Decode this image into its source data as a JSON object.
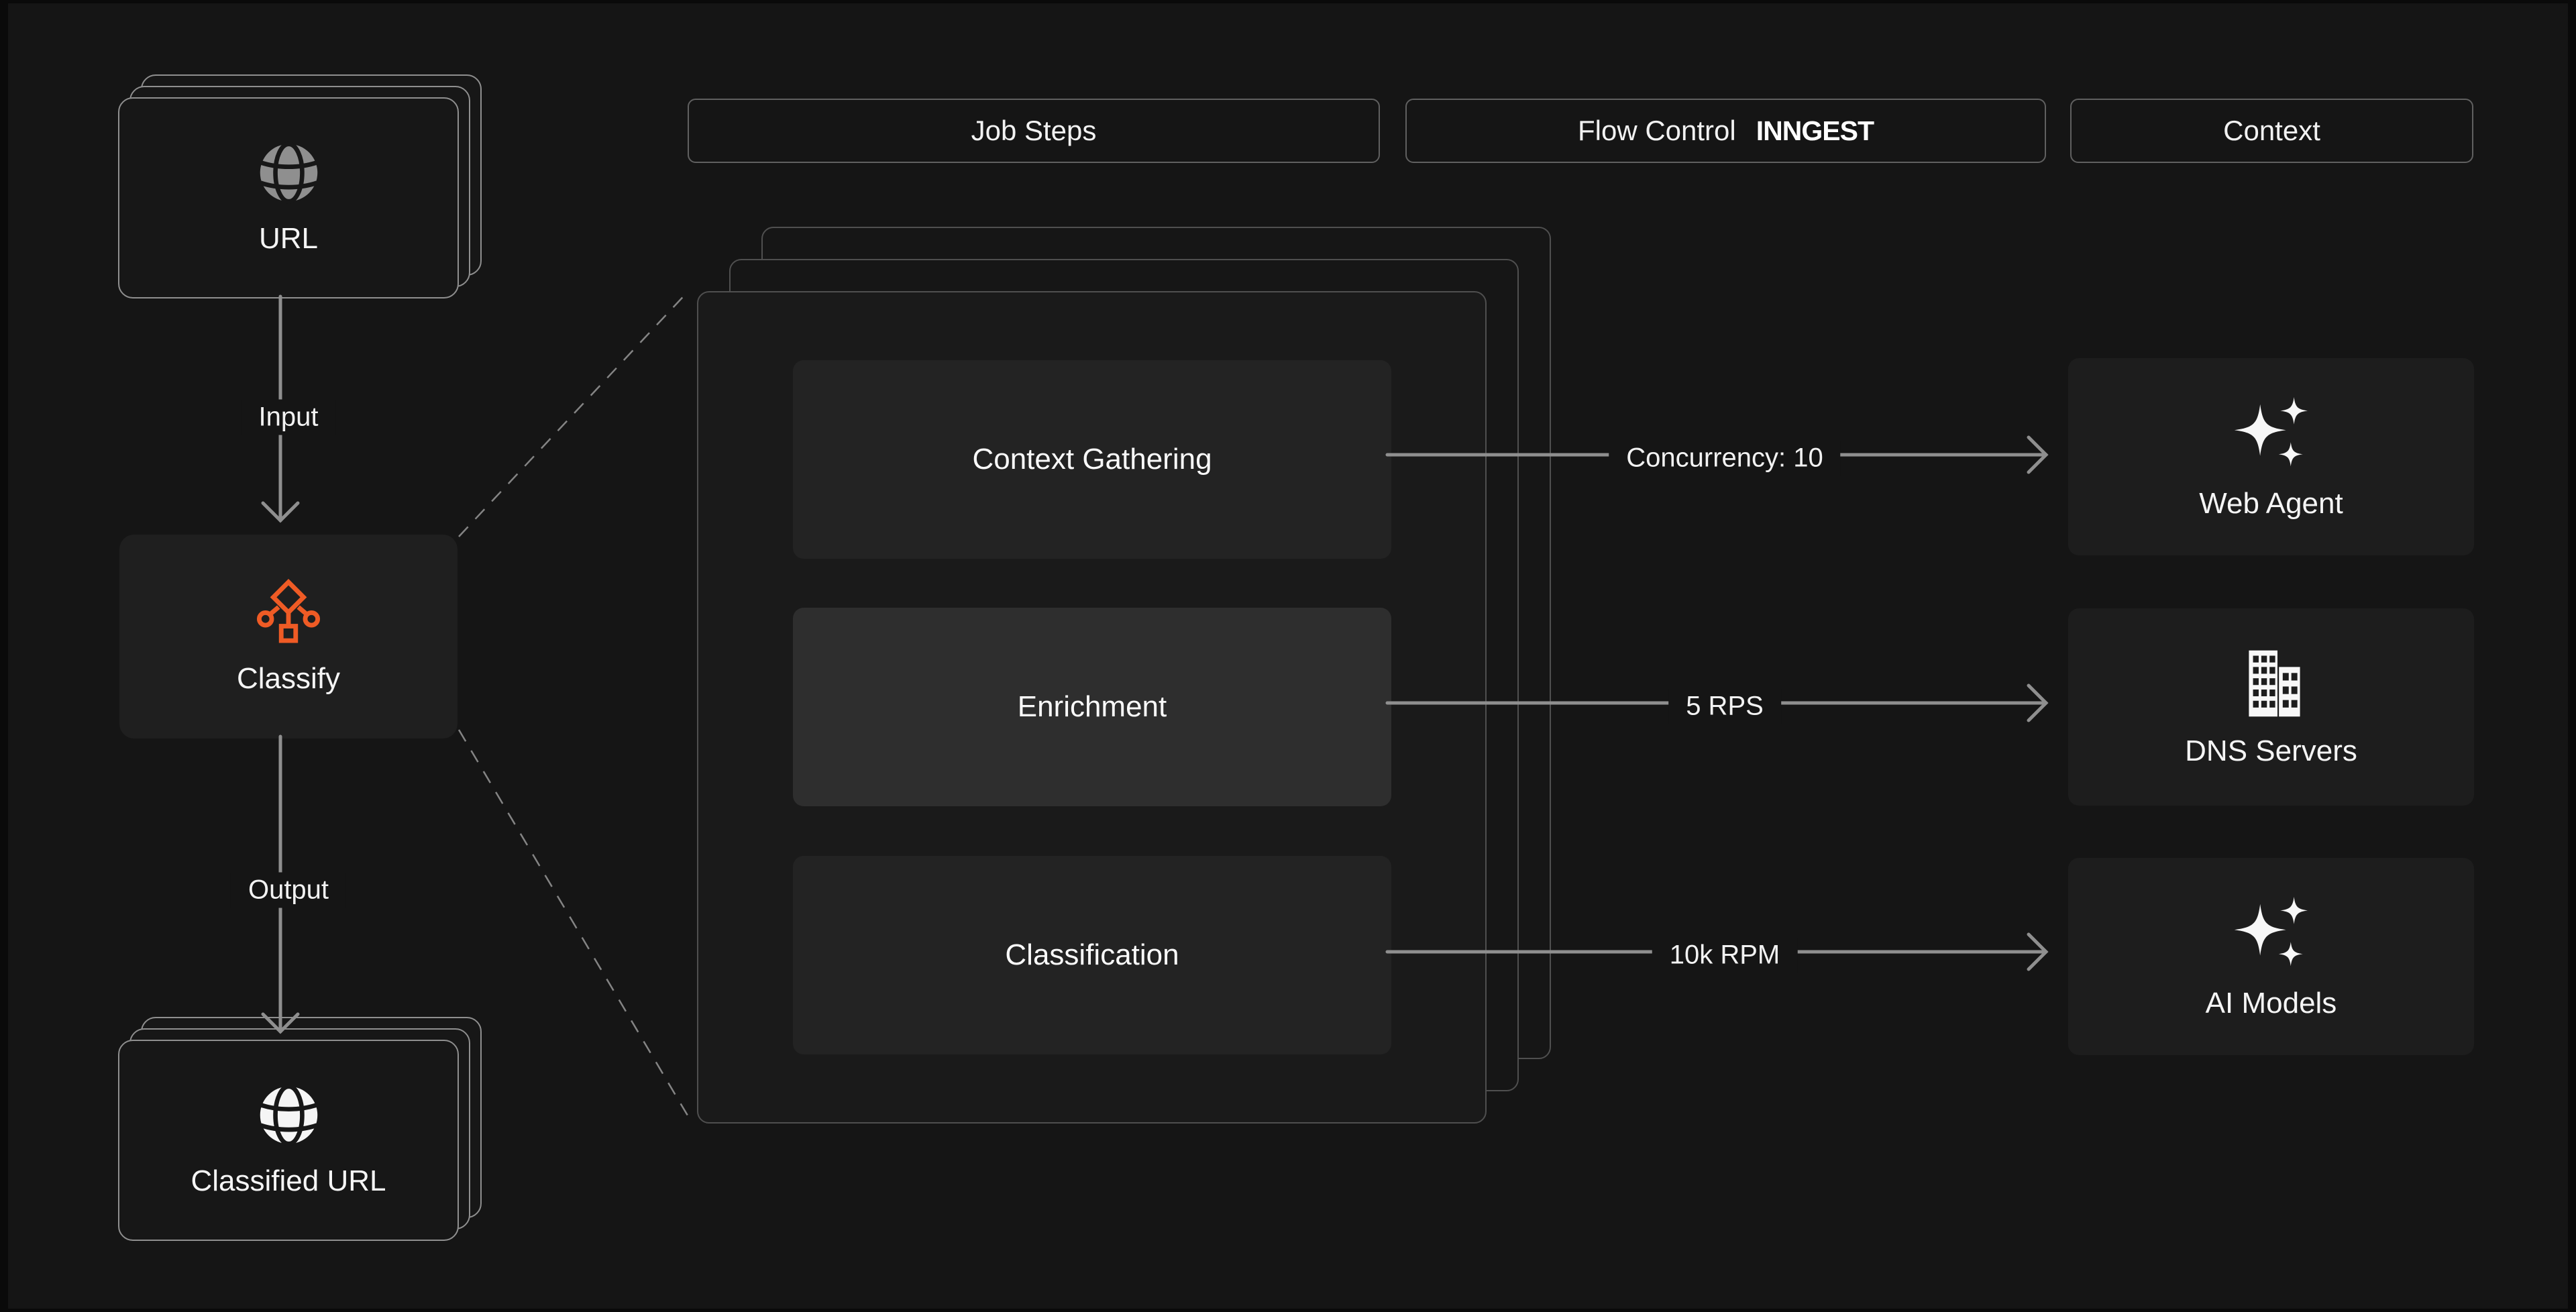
{
  "colors": {
    "background": "#151515",
    "accent_orange": "#ef5b25",
    "arrow_gray": "#8f8f8f",
    "card_border": "#8f8f8f",
    "panel_border": "#4f4f4f"
  },
  "left_flow": {
    "input_stack": {
      "title": "URL",
      "icon": "globe-icon"
    },
    "input_arrow_label": "Input",
    "process_node": {
      "title": "Classify",
      "icon": "classify-tree-icon"
    },
    "output_arrow_label": "Output",
    "output_stack": {
      "title": "Classified URL",
      "icon": "globe-icon"
    }
  },
  "column_headers": {
    "job_steps": "Job Steps",
    "flow_control": "Flow Control",
    "flow_control_logo": "INNGEST",
    "context": "Context"
  },
  "job_steps": {
    "steps": [
      {
        "label": "Context Gathering"
      },
      {
        "label": "Enrichment",
        "highlighted": true
      },
      {
        "label": "Classification"
      }
    ]
  },
  "flow_arrows": [
    {
      "label": "Concurrency: 10"
    },
    {
      "label": "5 RPS"
    },
    {
      "label": "10k RPM"
    }
  ],
  "context_cards": [
    {
      "label": "Web Agent",
      "icon": "sparkles-icon"
    },
    {
      "label": "DNS Servers",
      "icon": "buildings-icon"
    },
    {
      "label": "AI Models",
      "icon": "sparkles-icon"
    }
  ]
}
